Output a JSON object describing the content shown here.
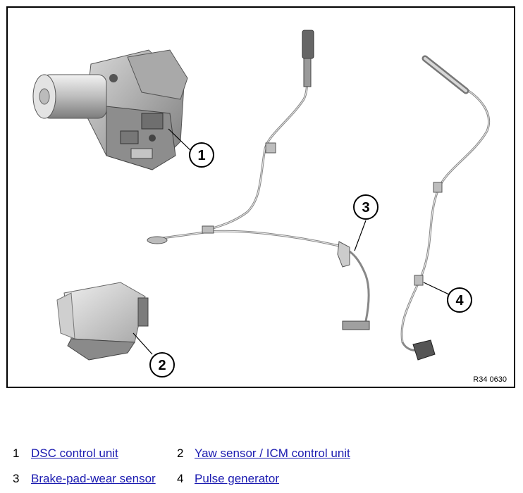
{
  "figure": {
    "callouts": [
      "1",
      "2",
      "3",
      "4"
    ],
    "figure_id": "R34 0630"
  },
  "legend": [
    {
      "number": "1",
      "label": "DSC control unit"
    },
    {
      "number": "2",
      "label": "Yaw sensor / ICM control unit"
    },
    {
      "number": "3",
      "label": "Brake-pad-wear sensor"
    },
    {
      "number": "4",
      "label": "Pulse generator"
    }
  ]
}
